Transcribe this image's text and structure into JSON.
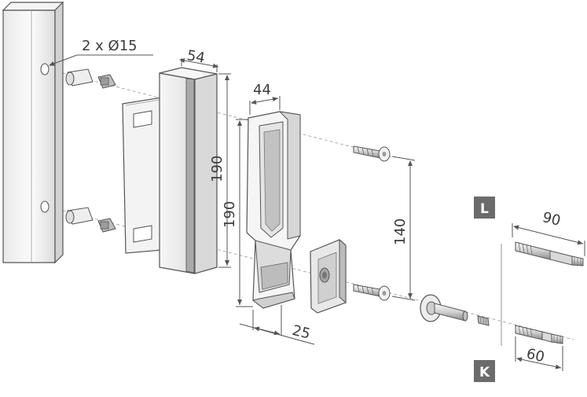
{
  "labels": {
    "holes": "2 x Ø15",
    "dim_54": "54",
    "dim_44": "44",
    "dim_190_a": "190",
    "dim_190_b": "190",
    "dim_140": "140",
    "dim_25": "25",
    "dim_90": "90",
    "dim_60": "60",
    "badge_l": "L",
    "badge_k": "K"
  },
  "colors": {
    "line": "#555555",
    "thin": "#888888",
    "metal_light": "#f2f2f2",
    "metal_mid": "#d9d9d9",
    "metal_dark": "#a8a8a8",
    "badge": "#6b6b6b"
  }
}
